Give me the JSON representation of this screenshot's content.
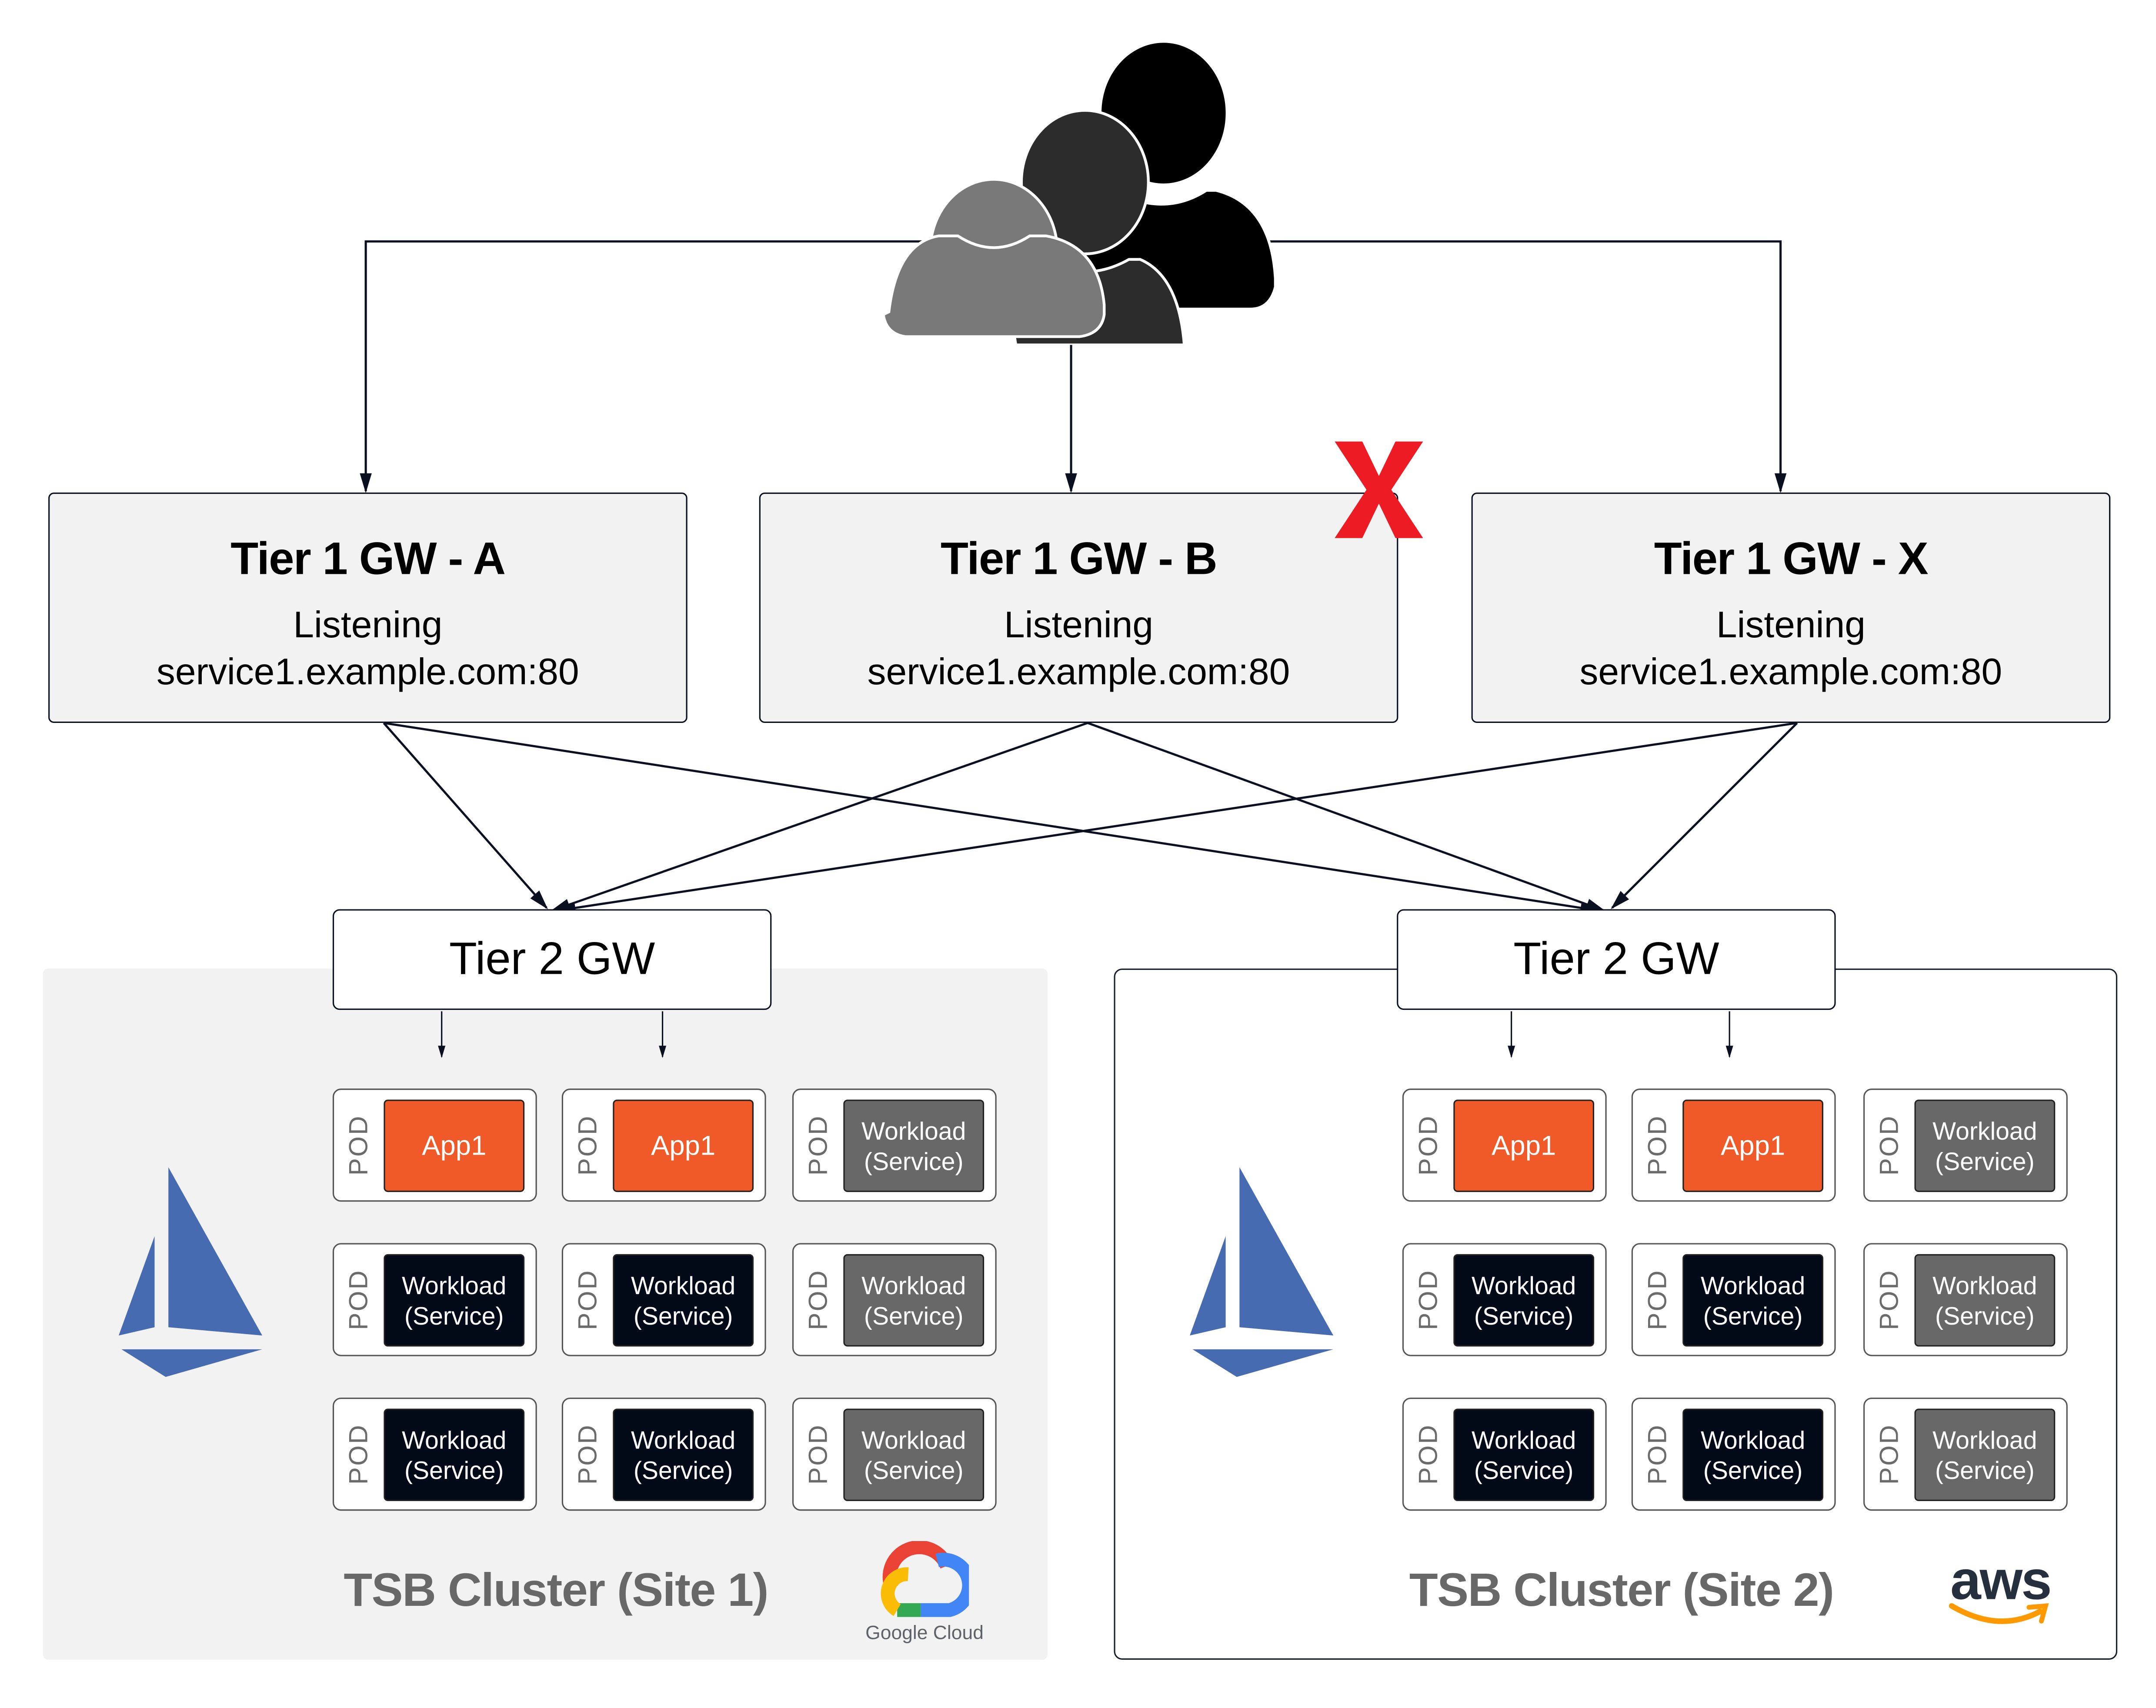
{
  "users": {
    "icon": "users-group-icon",
    "colors": [
      "#000000",
      "#2c2c2c",
      "#797979"
    ]
  },
  "tier1_gateways": [
    {
      "title": "Tier 1 GW - A",
      "status": "Listening",
      "host": "service1.example.com:80",
      "failed": false
    },
    {
      "title": "Tier 1 GW - B",
      "status": "Listening",
      "host": "service1.example.com:80",
      "failed": true
    },
    {
      "title": "Tier 1 GW - X",
      "status": "Listening",
      "host": "service1.example.com:80",
      "failed": false
    }
  ],
  "failure_marker": {
    "text": "X",
    "color": "#ed1c24"
  },
  "clusters": [
    {
      "label": "TSB Cluster (Site 1)",
      "provider": "Google Cloud",
      "provider_icon": "google-cloud-icon",
      "mesh_icon": "istio-sailboat-icon",
      "tier2_label": "Tier 2 GW",
      "pods": [
        {
          "pod_label": "POD",
          "line1": "App1",
          "line2": "",
          "kind": "app"
        },
        {
          "pod_label": "POD",
          "line1": "App1",
          "line2": "",
          "kind": "app"
        },
        {
          "pod_label": "POD",
          "line1": "Workload",
          "line2": "(Service)",
          "kind": "gray"
        },
        {
          "pod_label": "POD",
          "line1": "Workload",
          "line2": "(Service)",
          "kind": "dark"
        },
        {
          "pod_label": "POD",
          "line1": "Workload",
          "line2": "(Service)",
          "kind": "dark"
        },
        {
          "pod_label": "POD",
          "line1": "Workload",
          "line2": "(Service)",
          "kind": "gray"
        },
        {
          "pod_label": "POD",
          "line1": "Workload",
          "line2": "(Service)",
          "kind": "dark"
        },
        {
          "pod_label": "POD",
          "line1": "Workload",
          "line2": "(Service)",
          "kind": "dark"
        },
        {
          "pod_label": "POD",
          "line1": "Workload",
          "line2": "(Service)",
          "kind": "gray"
        }
      ]
    },
    {
      "label": "TSB Cluster (Site 2)",
      "provider": "aws",
      "provider_icon": "aws-icon",
      "mesh_icon": "istio-sailboat-icon",
      "tier2_label": "Tier 2 GW",
      "pods": [
        {
          "pod_label": "POD",
          "line1": "App1",
          "line2": "",
          "kind": "app"
        },
        {
          "pod_label": "POD",
          "line1": "App1",
          "line2": "",
          "kind": "app"
        },
        {
          "pod_label": "POD",
          "line1": "Workload",
          "line2": "(Service)",
          "kind": "gray"
        },
        {
          "pod_label": "POD",
          "line1": "Workload",
          "line2": "(Service)",
          "kind": "dark"
        },
        {
          "pod_label": "POD",
          "line1": "Workload",
          "line2": "(Service)",
          "kind": "dark"
        },
        {
          "pod_label": "POD",
          "line1": "Workload",
          "line2": "(Service)",
          "kind": "gray"
        },
        {
          "pod_label": "POD",
          "line1": "Workload",
          "line2": "(Service)",
          "kind": "dark"
        },
        {
          "pod_label": "POD",
          "line1": "Workload",
          "line2": "(Service)",
          "kind": "dark"
        },
        {
          "pod_label": "POD",
          "line1": "Workload",
          "line2": "(Service)",
          "kind": "gray"
        }
      ]
    }
  ],
  "colors": {
    "app": "#f05a28",
    "workload_dark": "#020a18",
    "workload_gray": "#686868",
    "istio_blue": "#466bb0",
    "tier1_fill": "#f2f2f2",
    "cluster1_fill": "#f2f2f2"
  }
}
